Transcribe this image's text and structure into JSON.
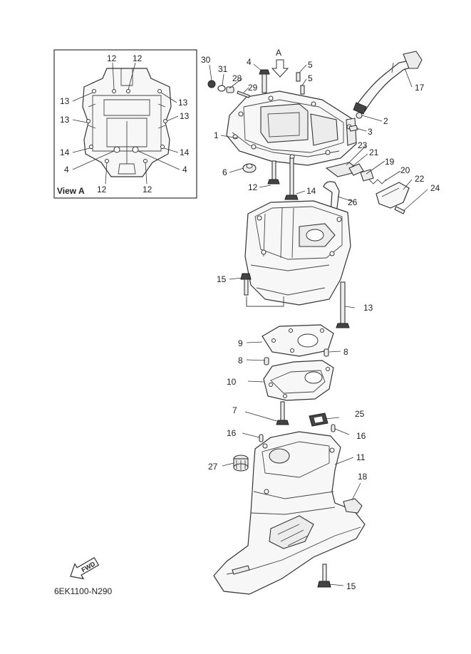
{
  "diagram": {
    "code": "6EK1100-N290",
    "view_label": "View A",
    "view_arrow_label": "A",
    "fwd_label": "FWD",
    "callouts": {
      "c1": "1",
      "c2": "2",
      "c3": "3",
      "c4": "4",
      "c5a": "5",
      "c5b": "5",
      "c6": "6",
      "c7": "7",
      "c8a": "8",
      "c8b": "8",
      "c9": "9",
      "c10": "10",
      "c11": "11",
      "c12": "12",
      "c13": "13",
      "c14": "14",
      "c15a": "15",
      "c15b": "15",
      "c16a": "16",
      "c16b": "16",
      "c17": "17",
      "c18": "18",
      "c19": "19",
      "c20": "20",
      "c21": "21",
      "c22": "22",
      "c23": "23",
      "c24": "24",
      "c25": "25",
      "c26": "26",
      "c27": "27",
      "c28": "28",
      "c29": "29",
      "c30": "30",
      "c31": "31"
    },
    "view_a_callouts": {
      "v12a": "12",
      "v12b": "12",
      "v12c": "12",
      "v12d": "12",
      "v13a": "13",
      "v13b": "13",
      "v13c": "13",
      "v13d": "13",
      "v14a": "14",
      "v14b": "14",
      "v4a": "4",
      "v4b": "4"
    }
  }
}
